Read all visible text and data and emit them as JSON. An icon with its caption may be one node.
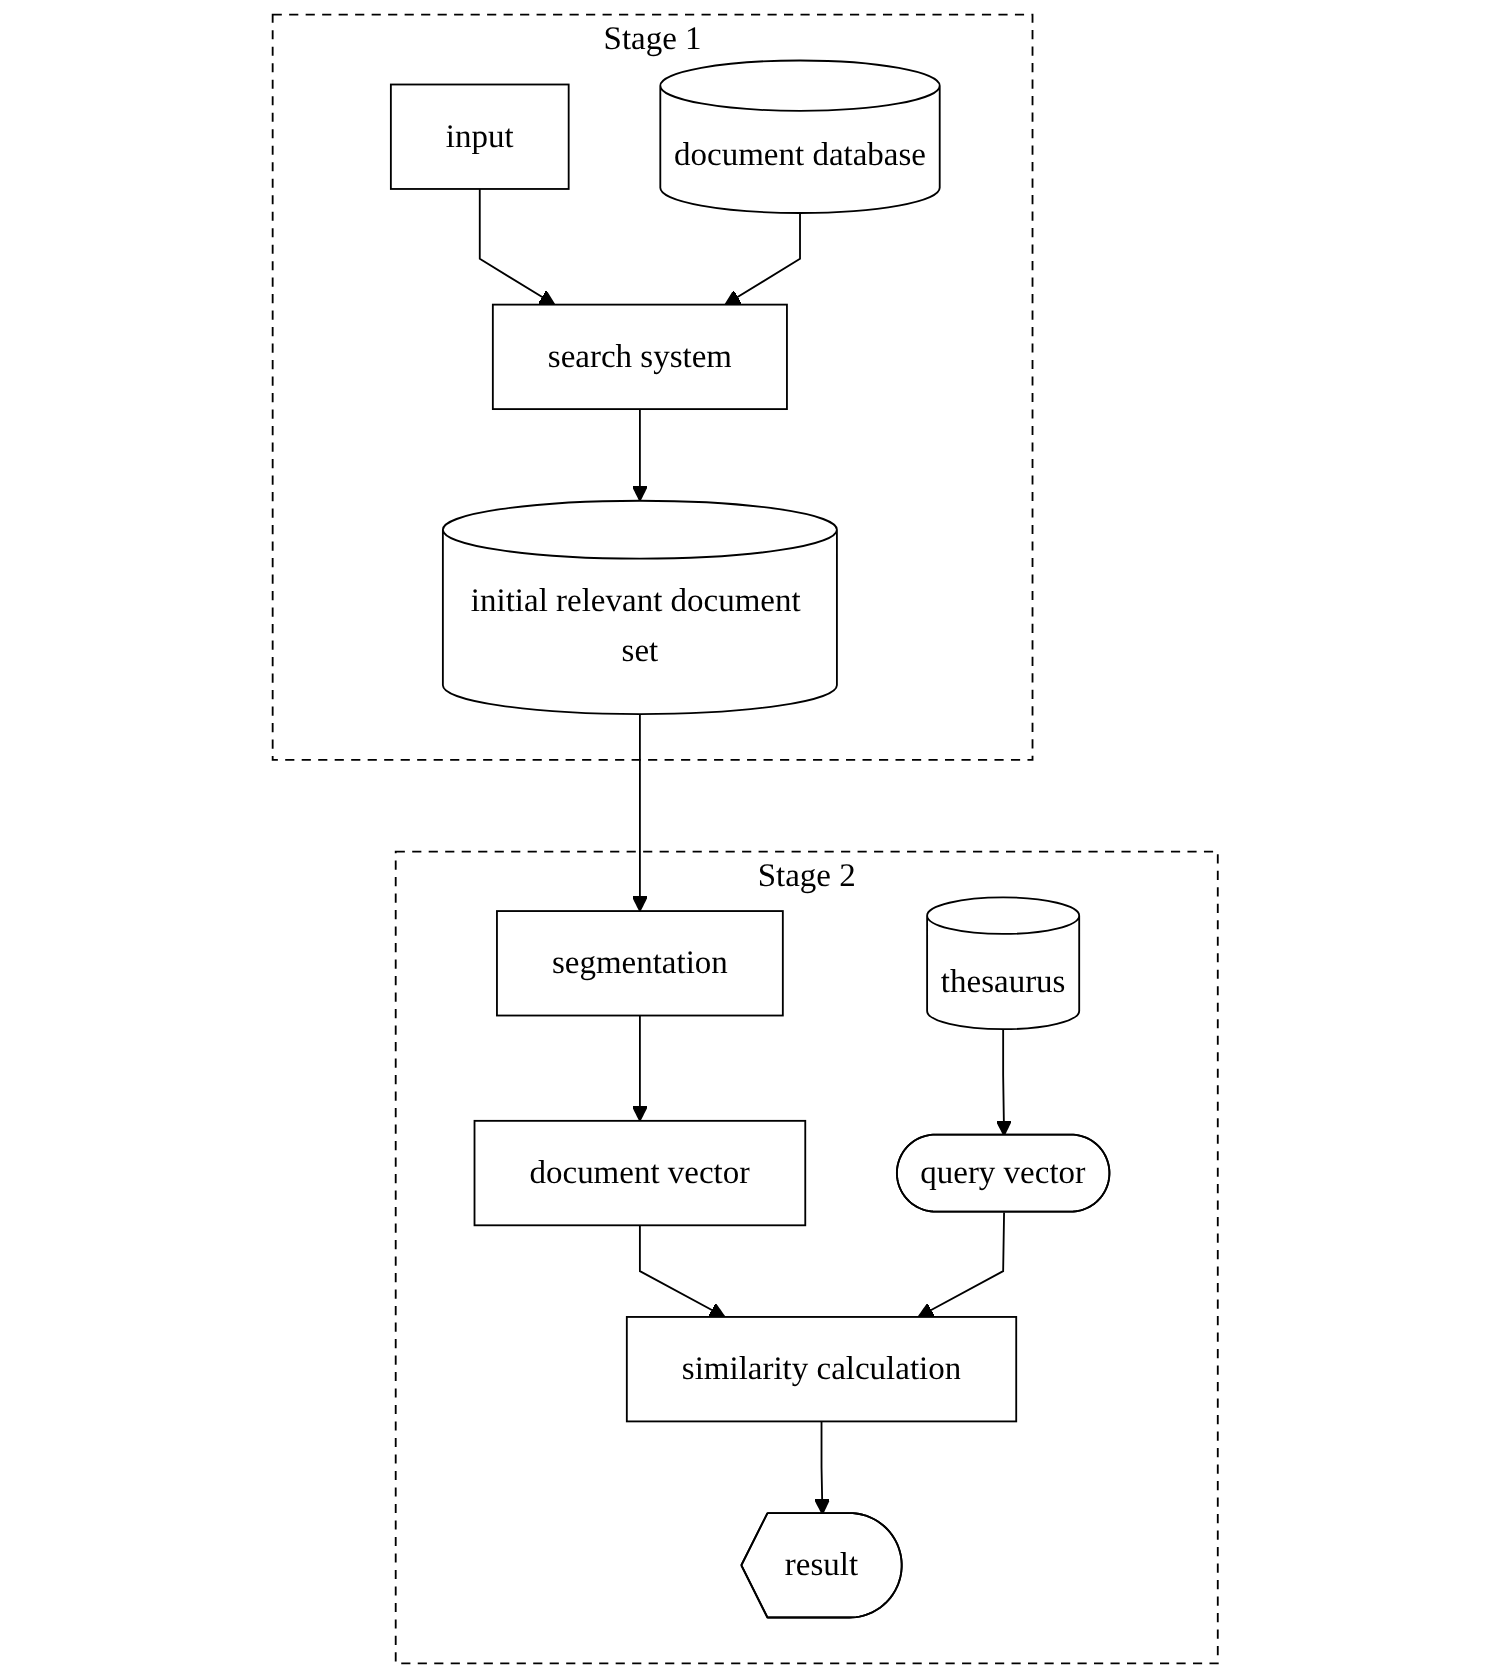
{
  "diagram": {
    "nodes": [
      {
        "text": [
          "Stage 1"
        ]
      },
      {
        "text": [
          "input"
        ],
        "in": 0
      },
      {
        "text": [
          "search system"
        ],
        "in": 0
      },
      {
        "text": [
          "document database"
        ],
        "in": 0
      },
      {
        "text": [
          "initial relevant document set"
        ],
        "in": 0
      },
      {
        "text": [
          "Stage 2"
        ]
      },
      {
        "text": [
          "segmentation"
        ],
        "in": 5
      },
      {
        "text": [
          "document vector"
        ],
        "in": 5
      },
      {
        "text": [
          "thesaurus"
        ],
        "in": 5
      },
      {
        "text": [
          "query vector"
        ],
        "in": 5
      },
      {
        "text": [
          "similarity calculation"
        ],
        "in": 5
      },
      {
        "text": [
          "result"
        ],
        "in": 5
      }
    ],
    "edges": [
      {
        "from": 1,
        "to": 2,
        "arrow": "to"
      },
      {
        "from": 3,
        "to": 2,
        "arrow": "to"
      },
      {
        "from": 2,
        "to": 4,
        "arrow": "to"
      },
      {
        "from": 4,
        "to": 6,
        "arrow": "to"
      },
      {
        "from": 6,
        "to": 7,
        "arrow": "to"
      },
      {
        "from": 7,
        "to": 10,
        "arrow": "to"
      },
      {
        "from": 8,
        "to": 9,
        "arrow": "to"
      },
      {
        "from": 9,
        "to": 10,
        "arrow": "to"
      },
      {
        "from": 10,
        "to": 11,
        "arrow": "to"
      }
    ]
  }
}
